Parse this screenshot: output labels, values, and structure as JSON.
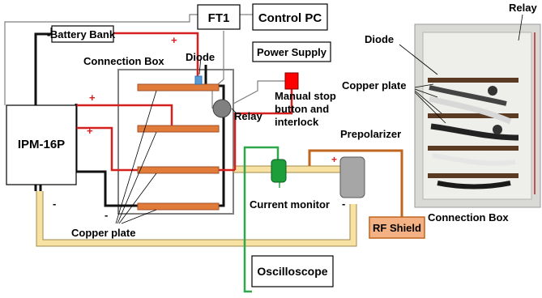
{
  "boxes": {
    "ft1": "FT1",
    "control_pc": "Control PC",
    "battery_bank": "Battery Bank",
    "power_supply": "Power Supply",
    "ipm": "IPM-16P",
    "oscilloscope": "Oscilloscope",
    "rf_shield": "RF Shield"
  },
  "labels": {
    "connection_box": "Connection Box",
    "diode": "Diode",
    "relay": "Relay",
    "manual_stop_line1": "Manual stop",
    "manual_stop_line2": "button and",
    "manual_stop_line3": "interlock",
    "prepolarizer": "Prepolarizer",
    "current_monitor": "Current monitor",
    "copper_plate": "Copper plate"
  },
  "photo": {
    "diode": "Diode",
    "relay": "Relay",
    "copper_plate": "Copper plate",
    "caption": "Connection Box"
  },
  "signs": {
    "plus": "+",
    "minus": "-"
  },
  "colors": {
    "positive_wire": "#d62020",
    "negative_wire": "#111111",
    "signal_wire": "#2ea84a",
    "coax": "#f7e2a3",
    "rf_shield": "#f4b183",
    "rf_shield_border": "#c0651d",
    "copper": "#e07b39",
    "current_monitor": "#1e9e3a",
    "prepolarizer": "#a6a6a6",
    "stop_button": "#ff0000",
    "diode": "#5b9bd5",
    "relay": "#808080"
  }
}
